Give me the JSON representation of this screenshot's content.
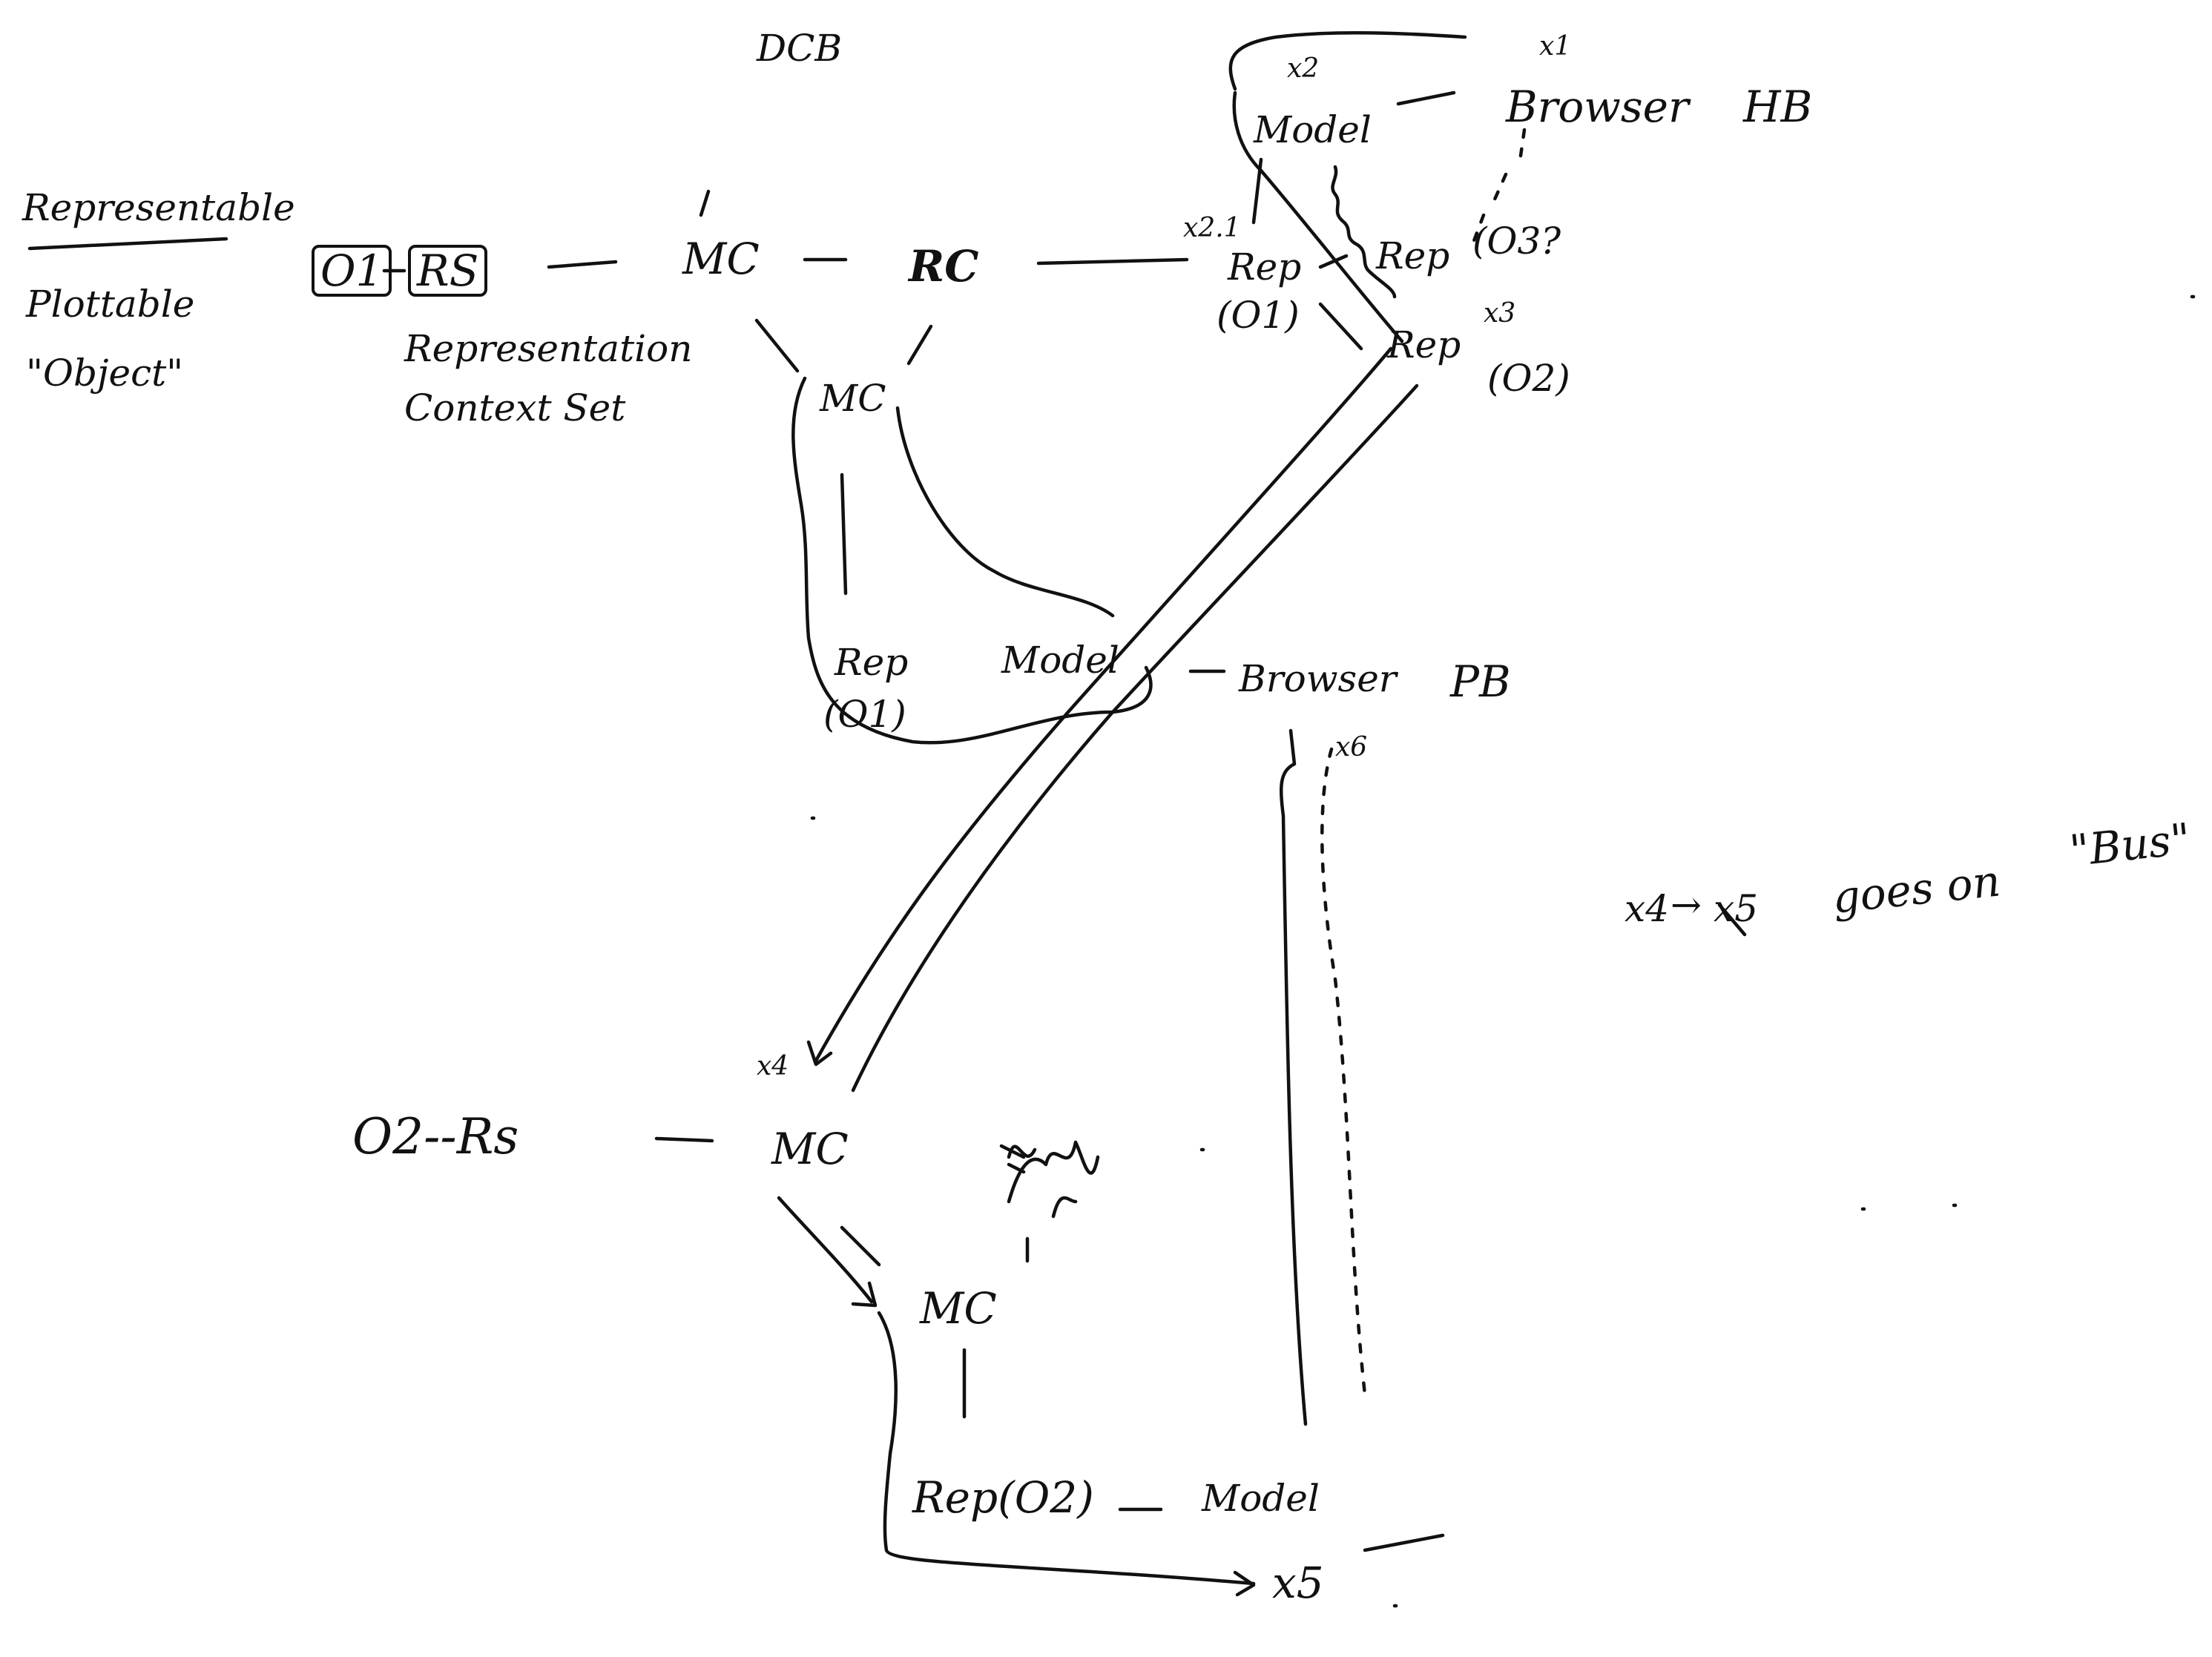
{
  "legend": {
    "representable": "Representable",
    "plottable": "Plottable",
    "object": "\"Object\""
  },
  "top": {
    "dcb": "DCB",
    "o1": "O1",
    "rs": "RS",
    "rs_caption_1": "Representation",
    "rs_caption_2": "Context Set",
    "mc_a": "MC",
    "rc": "RC",
    "mc_b": "MC",
    "x1": "x1",
    "x2": "x2",
    "x21": "x2.1",
    "x3": "x3",
    "x6": "x6",
    "model_hb": "Model",
    "browser_hb": "Browser",
    "hb": "HB",
    "rep_o1": "Rep",
    "o1_label": "(O1)",
    "rep_o3": "Rep",
    "o3_label": "(O3?",
    "rep_o2": "Rep",
    "o2_label": "(O2)"
  },
  "middle": {
    "rep": "Rep",
    "rep_o1": "(O1)",
    "model": "Model",
    "browser": "Browser",
    "pb": "PB"
  },
  "note": {
    "x4": "x4",
    "arrow_text": "→",
    "x5": "x5",
    "goes_on": "goes on",
    "bus": "\"Bus\""
  },
  "bottom": {
    "o2_rs": "O2--Rs",
    "x4": "x4",
    "mc": "MC",
    "mc_lower": "MC",
    "rep_o2": "Rep(O2)",
    "model": "Model",
    "x5": "x5"
  },
  "colors": {
    "ink": "#111111",
    "paper": "#ffffff"
  }
}
